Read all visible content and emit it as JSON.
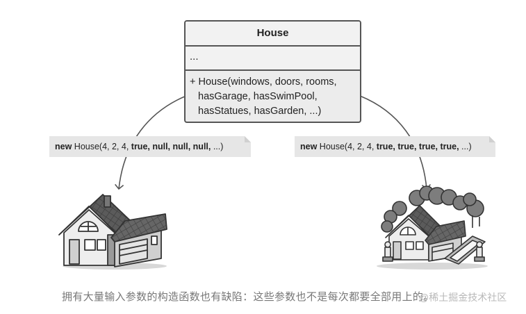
{
  "uml": {
    "title": "House",
    "fields": "...",
    "method_line1": "+ House(windows, doors, rooms,",
    "method_line2": "hasGarage, hasSwimPool,",
    "method_line3": "hasStatues, hasGarden, ...)"
  },
  "note_left": {
    "keyword": "new",
    "text": " House(4, 2, 4, ",
    "args": "true, null, null, null,",
    "tail": " ...)"
  },
  "note_right": {
    "keyword": "new",
    "text": " House(4, 2, 4, ",
    "args": "true, true, true, true,",
    "tail": " ...)"
  },
  "caption": "拥有大量输入参数的构造函数也有缺陷：这些参数也不是每次都要全部用上的。",
  "watermark": "@稀土掘金技术社区",
  "colors": {
    "box_fill": "#ececec",
    "note_fill": "#e6e6e6",
    "stroke": "#555555",
    "roof": "#5a5a5a",
    "caption": "#777777"
  }
}
